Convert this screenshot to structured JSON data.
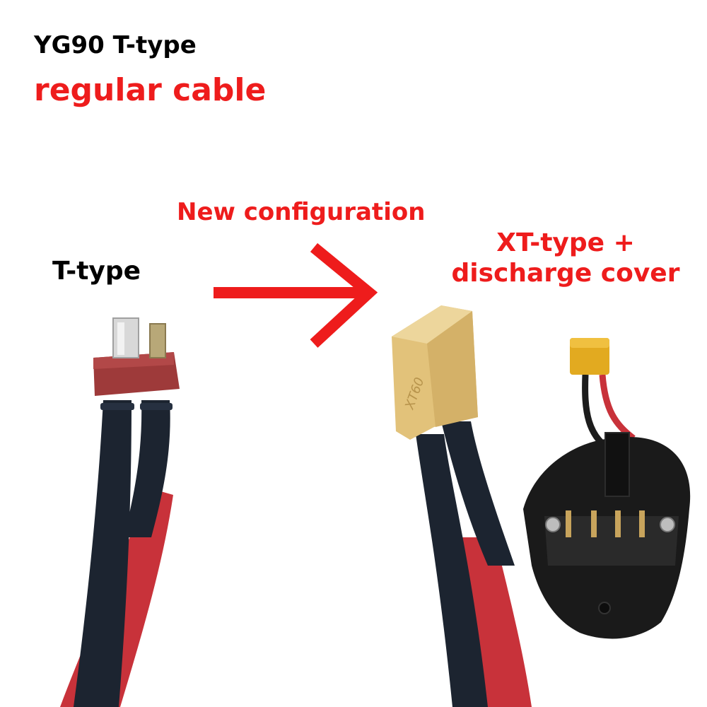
{
  "title": {
    "line1": "YG90 T-type",
    "line2": "regular cable"
  },
  "annotation": {
    "new_configuration": "New configuration"
  },
  "left_product": {
    "label": "T-type"
  },
  "right_product": {
    "label_line1": "XT-type +",
    "label_line2": "discharge cover"
  },
  "colors": {
    "accent_red": "#ee1c1c",
    "text_black": "#000000",
    "connector_red_brown": "#9e3a3a",
    "connector_yellow": "#e2c27a",
    "wire_red": "#c8323a",
    "wire_black": "#1c2430",
    "cover_black": "#1a1a1a"
  }
}
